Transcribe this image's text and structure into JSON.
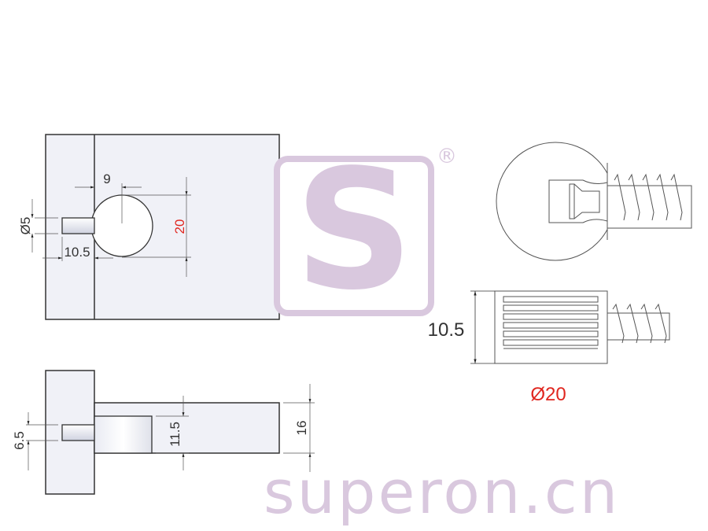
{
  "colors": {
    "outline": "#333333",
    "part_fill": "#f0f1f7",
    "dimension_red": "#e0261f",
    "watermark": "#d9c8de"
  },
  "watermark": {
    "brand": "superon.cn",
    "logo_letter": "S",
    "registered": "®"
  },
  "top_view": {
    "dims": {
      "offset": "9",
      "hole_diameter": "20",
      "pin_diameter": "Ø5",
      "pin_length": "10.5"
    }
  },
  "side_view": {
    "dims": {
      "pin_height": "6.5",
      "step_height": "11.5",
      "total_height": "16"
    }
  },
  "product_view": {
    "dims": {
      "height": "10.5",
      "diameter": "Ø20"
    }
  }
}
